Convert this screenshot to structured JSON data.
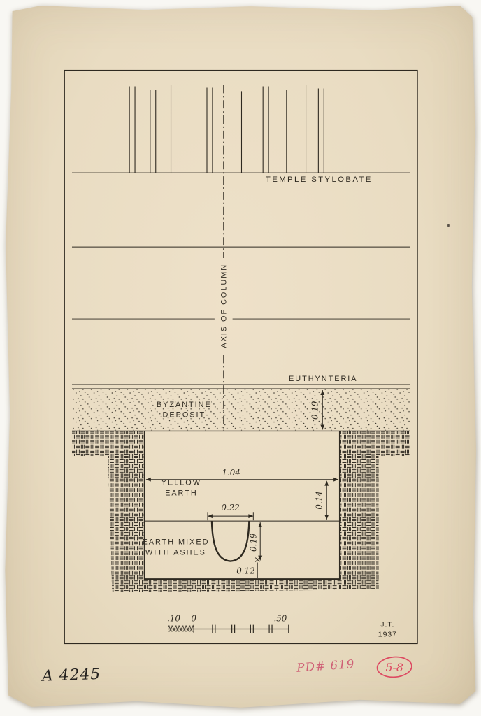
{
  "paper": {
    "background_color": "#e9dcc2",
    "ink_color": "#2e2920",
    "accent_red": "#dd4a62",
    "annotation_pink": "#cf5f75"
  },
  "drawing": {
    "stylobate_label": "TEMPLE STYLOBATE",
    "axis_label": "AXIS OF COLUMN",
    "euthynteria_label": "EUTHYNTERIA",
    "byzantine_l1": "BYZANTINE",
    "byzantine_l2": "DEPOSIT",
    "yellow_l1": "YELLOW",
    "yellow_l2": "EARTH",
    "ashes_l1": "EARTH MIXED",
    "ashes_l2": "WITH ASHES",
    "dims": {
      "byz_depth": "0.19",
      "pit_width": "1.04",
      "yellow_depth": "0.14",
      "cut_width": "0.22",
      "cut_depth": "0.19",
      "bottom_depth": "0.12"
    },
    "scale": {
      "tenth": ".10",
      "zero": "0",
      "fifty": ".50"
    },
    "initials": "J.T.",
    "year": "1937"
  },
  "annotations": {
    "catalog": "A 4245",
    "pd": "PD# 619",
    "plate": "5-8"
  }
}
